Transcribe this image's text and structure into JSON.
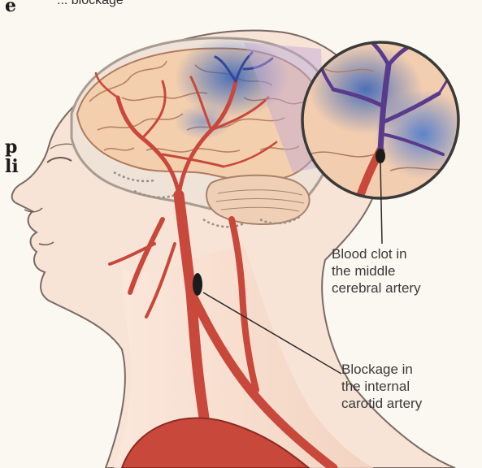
{
  "labels": {
    "clot_line1": "Blood clot in",
    "clot_line2": "the middle",
    "clot_line3": "cerebral artery",
    "blockage_line1": "Blockage in",
    "blockage_line2": "the internal",
    "blockage_line3": "carotid artery"
  },
  "margin_fragments": {
    "top_left": "e",
    "mid_left_1": "p",
    "mid_left_2": "li"
  },
  "top_caption_cut": "... blockage",
  "colors": {
    "artery": "#c8483b",
    "artery_dark": "#8e2a22",
    "skin": "#f6dccb",
    "brain": "#f1cfae",
    "ischemia_blue": "#3f6fc4",
    "clot": "#1b1b1b"
  }
}
